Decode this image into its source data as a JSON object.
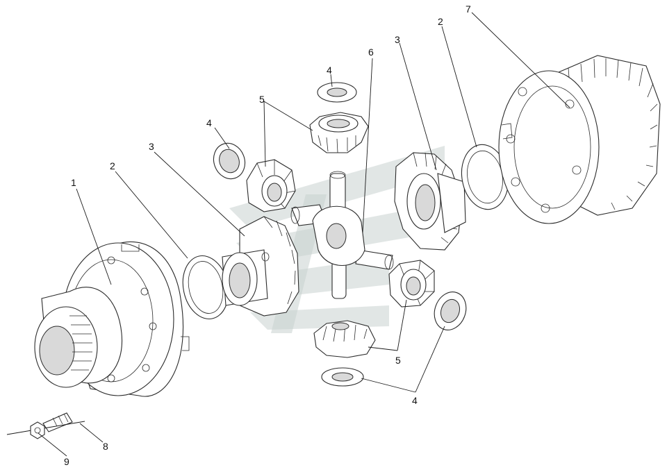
{
  "callouts": {
    "c1": "1",
    "c2_left": "2",
    "c2_right": "2",
    "c3_left": "3",
    "c3_right": "3",
    "c4_left": "4",
    "c4_top": "4",
    "c4_bottom": "4",
    "c5_top": "5",
    "c5_bottom": "5",
    "c6": "6",
    "c7": "7",
    "c8": "8",
    "c9": "9"
  },
  "colors": {
    "line": "#2a2a2a",
    "watermark": "#c9d1cf",
    "background": "#ffffff"
  }
}
